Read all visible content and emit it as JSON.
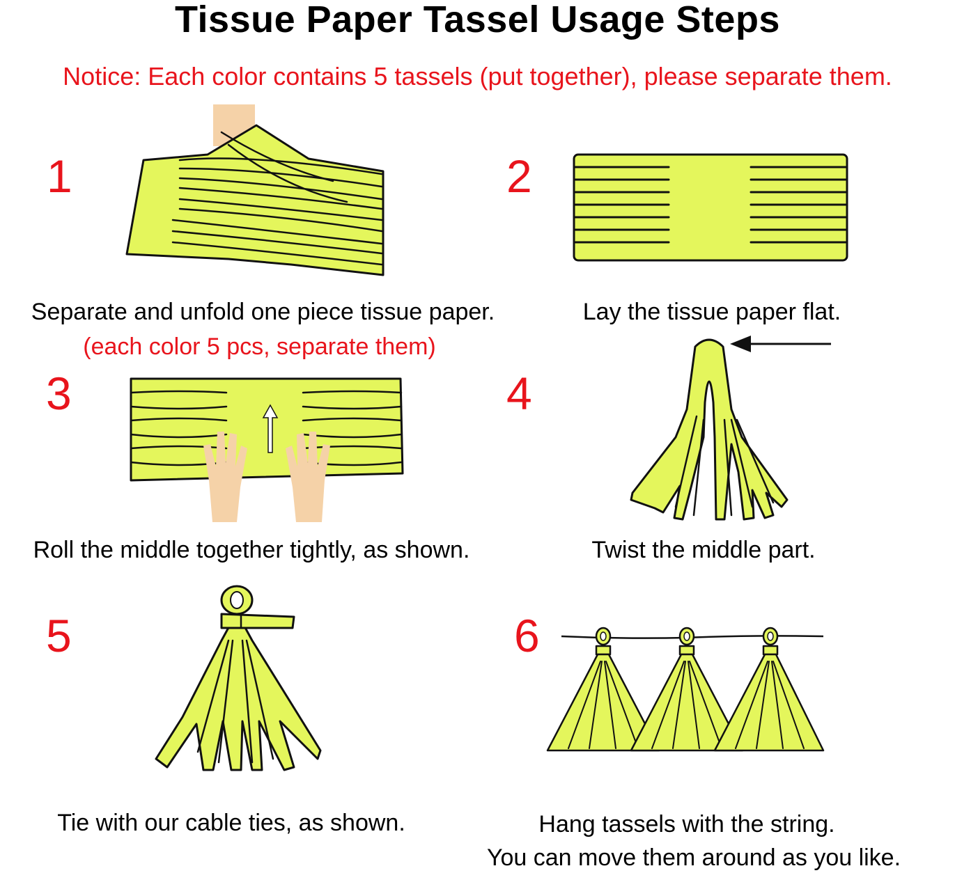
{
  "title": "Tissue Paper Tassel Usage Steps",
  "notice": "Notice:  Each color contains 5 tassels (put together), please separate them.",
  "colors": {
    "tissue": "#e4f65c",
    "accent": "#e8141c",
    "hand": "#f5d2a8"
  },
  "steps": [
    {
      "number": "1",
      "caption": "Separate and unfold one piece tissue paper.",
      "sub": "(each color 5 pcs, separate them)"
    },
    {
      "number": "2",
      "caption": "Lay the tissue paper flat."
    },
    {
      "number": "3",
      "caption": "Roll the middle together tightly, as shown."
    },
    {
      "number": "4",
      "caption": "Twist the middle part."
    },
    {
      "number": "5",
      "caption": "Tie with our cable ties, as shown."
    },
    {
      "number": "6",
      "caption": "Hang tassels with the string.",
      "sub": "You can move them around as you like."
    }
  ]
}
